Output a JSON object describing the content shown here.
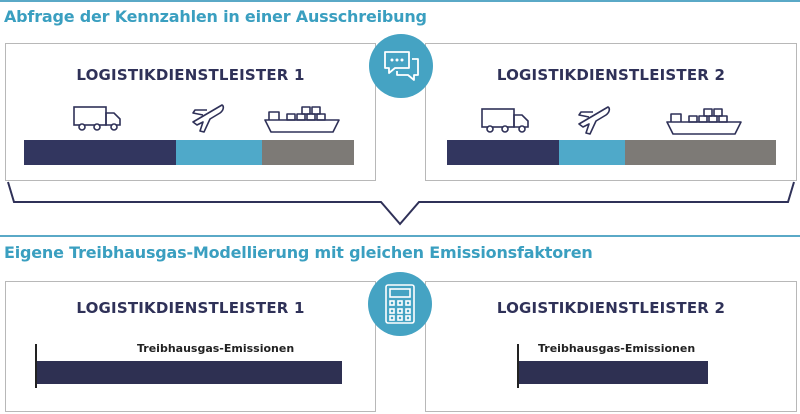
{
  "top_section": {
    "title": "Abfrage der Kennzahlen in einer Ausschreibung",
    "providers": [
      {
        "name": "LOGISTIKDIENSTLEISTER 1",
        "shares": {
          "truck": 0.46,
          "air": 0.26,
          "ship": 0.28
        }
      },
      {
        "name": "LOGISTIKDIENSTLEISTER 2",
        "shares": {
          "truck": 0.34,
          "air": 0.2,
          "ship": 0.46
        }
      }
    ]
  },
  "bottom_section": {
    "title": "Eigene Treibhausgas-Modellierung mit gleichen Emissionsfaktoren",
    "providers": [
      {
        "name": "LOGISTIKDIENSTLEISTER 1",
        "emission_label": "Treibhausgas-Emissionen",
        "emission_level": 1.0
      },
      {
        "name": "LOGISTIKDIENSTLEISTER 2",
        "emission_label": "Treibhausgas-Emissionen",
        "emission_level": 0.62
      }
    ]
  },
  "colors": {
    "accent": "#45a3c3",
    "truck": "#32365f",
    "air": "#4fa9c9",
    "ship": "#7d7a76",
    "title_text": "#3a9fc0",
    "panel_text": "#2f3158",
    "emission_bar": "#2e3052"
  },
  "icons": {
    "top_badge": "chat-bubbles-icon",
    "bottom_badge": "calculator-icon",
    "modes": [
      "truck-icon",
      "airplane-icon",
      "ship-icon"
    ]
  }
}
